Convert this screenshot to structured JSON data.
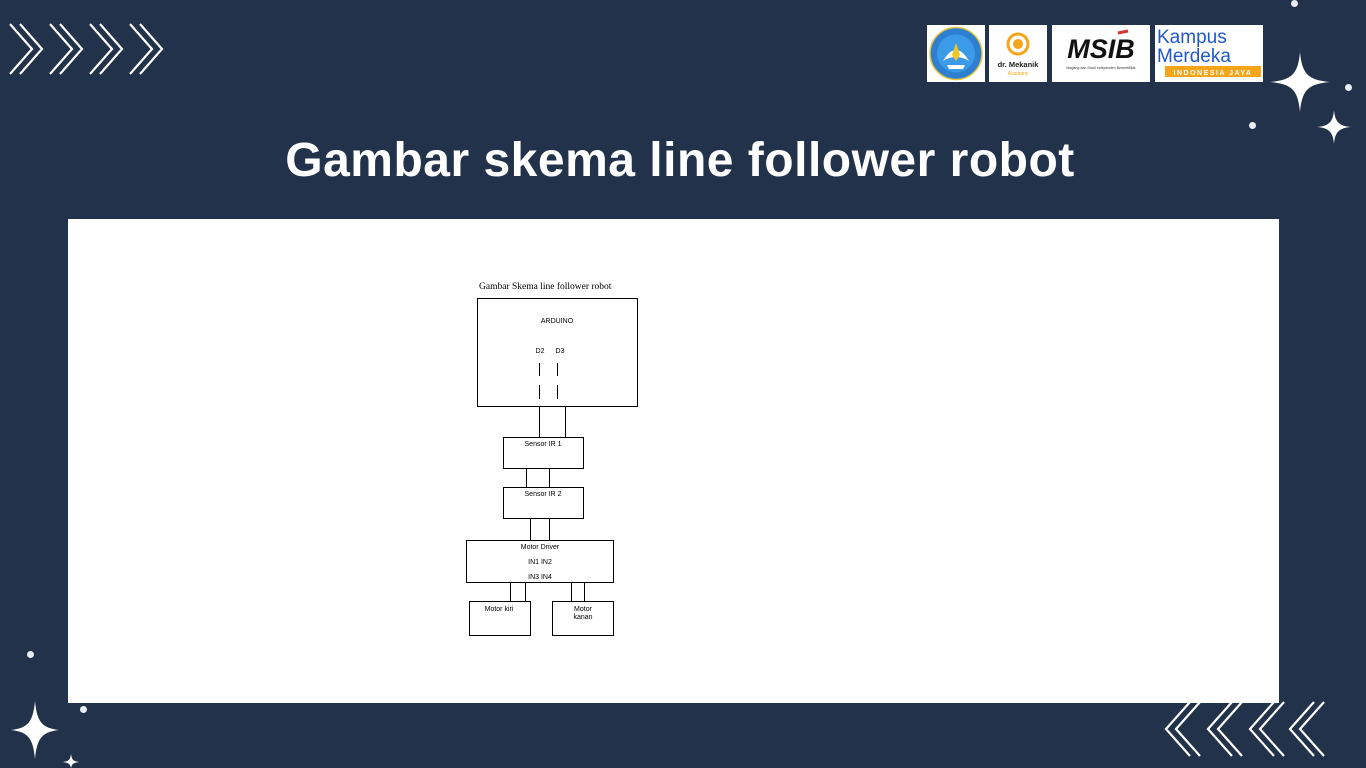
{
  "slide": {
    "title": "Gambar skema line follower robot"
  },
  "logos": {
    "drmekanik_name": "dr. Mekanik",
    "drmekanik_sub": "Academy",
    "msib_name": "MSIB",
    "msib_tagline": "Magang dan Studi Independen Bersertifikat",
    "km_line1": "Kampus",
    "km_line2": "Merdeka",
    "km_banner": "INDONESIA JAYA"
  },
  "diagram": {
    "caption": "Gambar Skema line follower robot",
    "arduino": "ARDUINO",
    "pin_d2": "D2",
    "pin_d3": "D3",
    "sensor1": "Sensor IR 1",
    "sensor2": "Sensor IR 2",
    "driver": "Motor Driver",
    "driver_in12": "IN1 IN2",
    "driver_in34": "IN3 IN4",
    "motor_left": "Motor kiri",
    "motor_right_1": "Motor",
    "motor_right_2": "kanan"
  },
  "colors": {
    "background": "#23324b",
    "panel": "#ffffff",
    "accent_orange": "#f6a51a",
    "km_blue": "#1f59c9"
  }
}
